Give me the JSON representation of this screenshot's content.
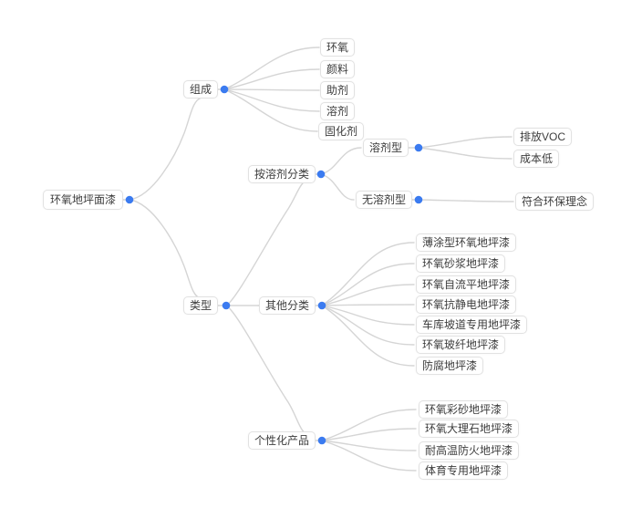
{
  "colors": {
    "accent_blue": "#3b7bf0",
    "connector_gray": "#d5d5d5",
    "node_border": "#e2e2e2",
    "node_text": "#3d3d3d",
    "canvas_background": "#ffffff"
  },
  "mindmap": {
    "root": {
      "label": "环氧地坪面漆",
      "children": [
        {
          "label": "组成",
          "children": [
            {
              "label": "环氧"
            },
            {
              "label": "颜料"
            },
            {
              "label": "助剂"
            },
            {
              "label": "溶剂"
            },
            {
              "label": "固化剂"
            }
          ]
        },
        {
          "label": "类型",
          "children": [
            {
              "label": "按溶剂分类",
              "children": [
                {
                  "label": "溶剂型",
                  "children": [
                    {
                      "label": "排放VOC"
                    },
                    {
                      "label": "成本低"
                    }
                  ]
                },
                {
                  "label": "无溶剂型",
                  "children": [
                    {
                      "label": "符合环保理念"
                    }
                  ]
                }
              ]
            },
            {
              "label": "其他分类",
              "children": [
                {
                  "label": "薄涂型环氧地坪漆"
                },
                {
                  "label": "环氧砂浆地坪漆"
                },
                {
                  "label": "环氧自流平地坪漆"
                },
                {
                  "label": "环氧抗静电地坪漆"
                },
                {
                  "label": "车库坡道专用地坪漆"
                },
                {
                  "label": "环氧玻纤地坪漆"
                },
                {
                  "label": "防腐地坪漆"
                }
              ]
            },
            {
              "label": "个性化产品",
              "children": [
                {
                  "label": "环氧彩砂地坪漆"
                },
                {
                  "label": "环氧大理石地坪漆"
                },
                {
                  "label": "耐高温防火地坪漆"
                },
                {
                  "label": "体育专用地坪漆"
                }
              ]
            }
          ]
        }
      ]
    }
  }
}
